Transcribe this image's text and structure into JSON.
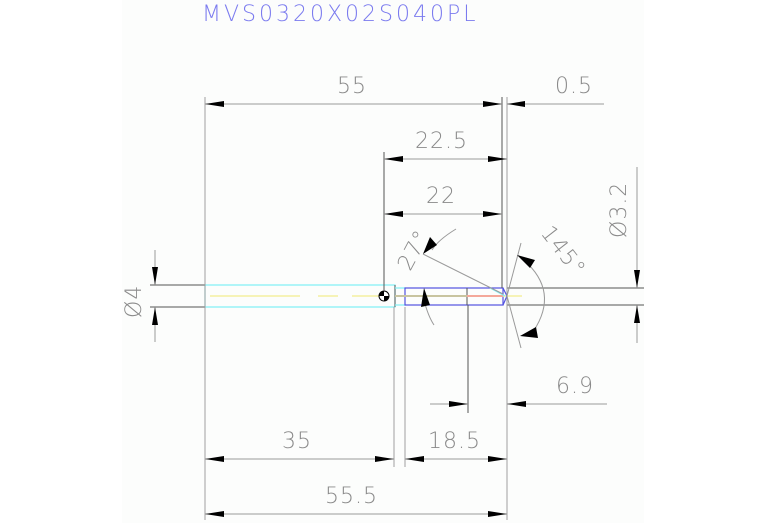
{
  "drawing": {
    "title": "MVS0320X02S040PL",
    "colors": {
      "title": "#7b7bef",
      "dimension_text": "#8a8a8a",
      "tool_outline_cyan": "#7ff0f6",
      "cutting_edge_blue": "#5252e0",
      "centerline_yellow": "#f4f0a0",
      "tip_salmon": "#f4a89a",
      "sheet_background": "#fcfdfc"
    },
    "dimensions": {
      "overall_top": "55",
      "tip_offset": "0.5",
      "flute_length_outer": "22.5",
      "flute_length_inner": "22",
      "shank_diameter": "Ø4",
      "tip_diameter": "Ø3.2",
      "helix_angle": "27°",
      "point_angle": "145°",
      "tip_recess": "6.9",
      "shank_length": "35",
      "cutting_length": "18.5",
      "overall_bottom": "55.5"
    }
  }
}
